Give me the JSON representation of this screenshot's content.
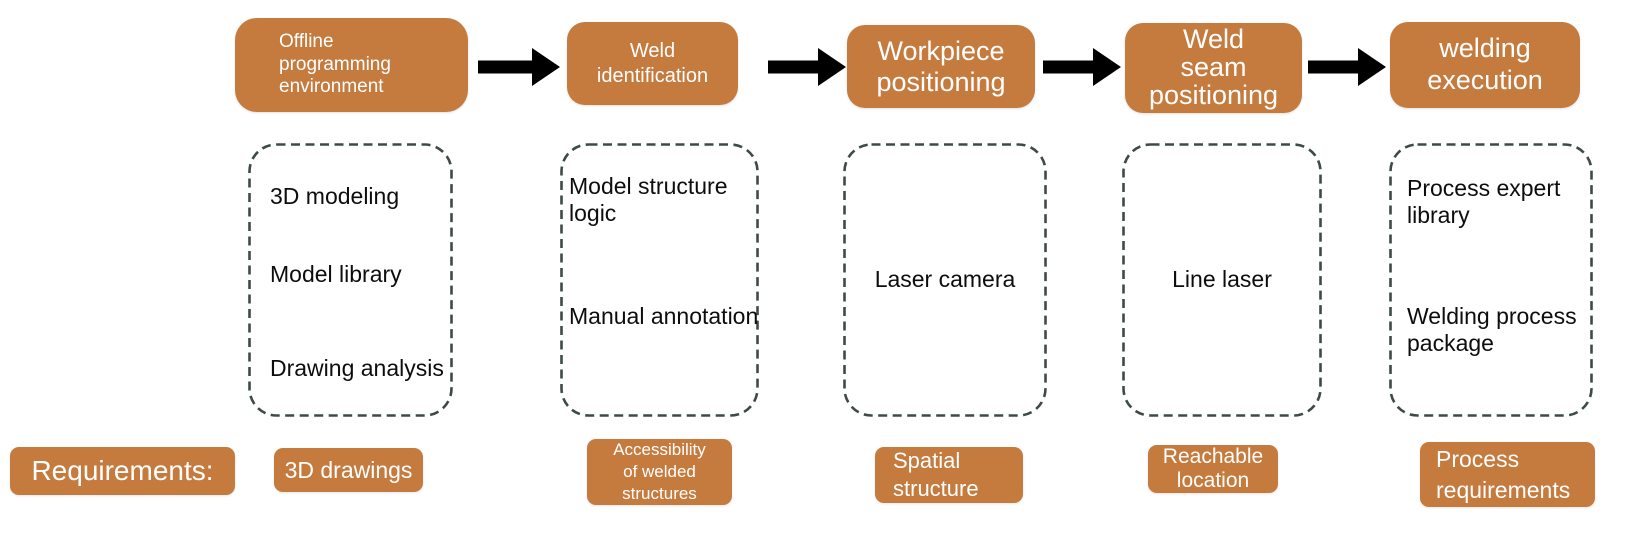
{
  "palette": {
    "orange": "#C57A3E",
    "arrow_black": "#000000",
    "dash_border": "#3E4A4A",
    "text_light": "#FFFFFF",
    "text_dark": "#0D0D0D",
    "background": "#FFFFFF"
  },
  "legend": {
    "requirements_label": "Requirements:"
  },
  "stages": [
    {
      "title": "Offline\nprogramming\nenvironment",
      "items": [
        "3D modeling",
        "Model library",
        "Drawing analysis"
      ],
      "requirement": "3D drawings"
    },
    {
      "title": "Weld\nidentification",
      "items": [
        "Model structure\nlogic",
        "Manual annotation"
      ],
      "requirement": "Accessibility\nof welded\nstructures"
    },
    {
      "title": "Workpiece\npositioning",
      "items": [
        "Laser camera"
      ],
      "requirement": "Spatial\nstructure"
    },
    {
      "title": "Weld\nseam\npositioning",
      "items": [
        "Line laser"
      ],
      "requirement": "Reachable\nlocation"
    },
    {
      "title": "welding\nexecution",
      "items": [
        "Process expert\nlibrary",
        "Welding process\npackage"
      ],
      "requirement": "Process\nrequirements"
    }
  ]
}
